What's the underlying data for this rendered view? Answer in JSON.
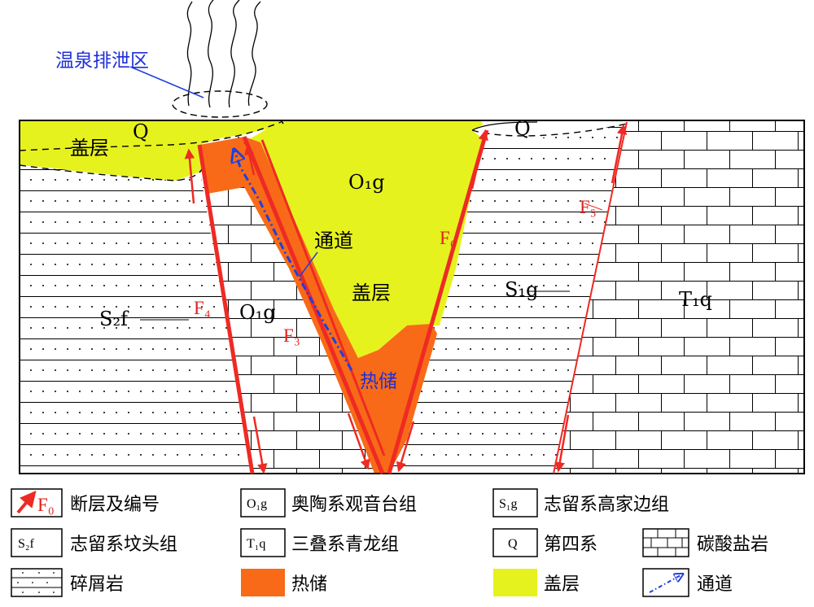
{
  "diagram": {
    "labels": {
      "hot_spring_zone": "温泉排泄区",
      "cap_top": "盖层",
      "q_left": "Q",
      "q_right": "Q",
      "o1g_top": "O₁g",
      "channel": "通道",
      "f0": "F₀",
      "cap_mid": "盖层",
      "s1g": "S₁g",
      "t1q": "T₁q",
      "s2f": "S₂f",
      "f4": "F₄",
      "o1g_mid": "O₁g",
      "f3": "F₃",
      "reservoir": "热储",
      "f5": "F₅"
    },
    "colors": {
      "cap_fill": "#e6f21e",
      "reservoir_fill": "#f86a17",
      "fault_red": "#ee2a24",
      "channel_blue": "#1f3fe0"
    }
  },
  "legend": {
    "items": [
      {
        "id": "fault",
        "box": "F₀",
        "text": "断层及编号"
      },
      {
        "id": "o1g",
        "box": "O₁g",
        "text": "奥陶系观音台组"
      },
      {
        "id": "s1g",
        "box": "S₁g",
        "text": "志留系高家边组"
      },
      {
        "id": "s2f",
        "box": "S₂f",
        "text": "志留系坟头组"
      },
      {
        "id": "t1q",
        "box": "T₁q",
        "text": "三叠系青龙组"
      },
      {
        "id": "q",
        "box": "Q",
        "text": "第四系"
      },
      {
        "id": "carbonate",
        "box": "",
        "text": "碳酸盐岩"
      },
      {
        "id": "clastic",
        "box": "",
        "text": "碎屑岩"
      },
      {
        "id": "reservoir",
        "box": "",
        "text": "热储"
      },
      {
        "id": "cap",
        "box": "",
        "text": "盖层"
      },
      {
        "id": "channel",
        "box": "",
        "text": "通道"
      }
    ]
  }
}
